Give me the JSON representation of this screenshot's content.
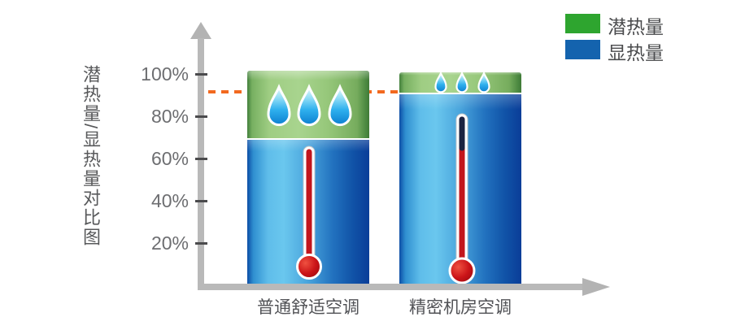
{
  "chart_data": {
    "type": "bar",
    "stacked": true,
    "title": "",
    "ylabel": "潜热量/显热量对比图",
    "xlabel": "",
    "categories": [
      "普通舒适空调",
      "精密机房空调"
    ],
    "series": [
      {
        "name": "潜热量",
        "color": "#2EA52F",
        "values": [
          30,
          10
        ]
      },
      {
        "name": "显热量",
        "color": "#1463AE",
        "values": [
          70,
          90
        ]
      }
    ],
    "ylim": [
      0,
      100
    ],
    "ytick_labels": [
      "100%",
      "80%",
      "60%",
      "40%",
      "20%"
    ],
    "grid": false,
    "legend_position": "top-right",
    "reference_line": {
      "y": 90,
      "style": "dashed",
      "color": "#F2691F"
    },
    "annotations": [
      "普通舒适空调: 潜热段(绿,100%-70%)内3个大水滴, 显热段(蓝)内低位温度计",
      "精密机房空调: 潜热段(绿,100%-90%)内3个小水滴, 显热段(蓝)内高位温度计(顶端深蓝)"
    ]
  },
  "colors": {
    "axis": "#B9B9B9",
    "tick": "#4B4B4D",
    "tick_label": "#6D6E71",
    "category_label": "#515256",
    "legend_label": "#4B4C4E",
    "dashed_line": "#F2691F",
    "thermometer_red": "#C2151C",
    "thermometer_navy": "#1B2342",
    "water_drop_blue": "#2FB0EE",
    "background": "#FFFFFF"
  }
}
